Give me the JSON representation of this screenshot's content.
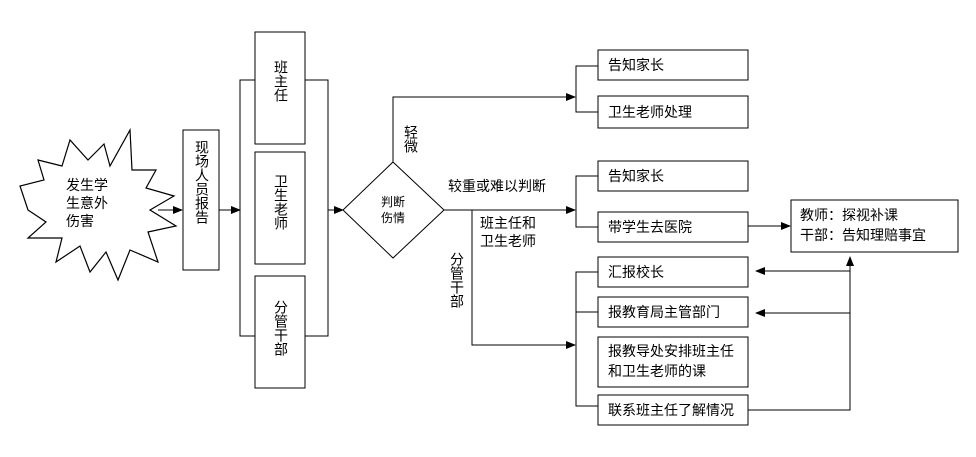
{
  "start_event": [
    "发生学",
    "生意外",
    "伤害"
  ],
  "report_box": "现场人员报告",
  "responders": [
    "班主任",
    "卫生老师",
    "分管干部"
  ],
  "decision": [
    "判断",
    "伤情"
  ],
  "branch_mild": "轻微",
  "branch_serious": "较重或难以判断",
  "branch_teachers": [
    "班主任和",
    "卫生老师"
  ],
  "branch_cadre": "分管干部",
  "mild_actions": [
    "告知家长",
    "卫生老师处理"
  ],
  "serious_actions": [
    "告知家长",
    "带学生去医院"
  ],
  "followup": [
    "教师：探视补课",
    "干部：告知理赔事宜"
  ],
  "cadre_actions": [
    "汇报校长",
    "报教育局主管部门",
    "报教导处安排班主任",
    "和卫生老师的课",
    "联系班主任了解情况"
  ]
}
